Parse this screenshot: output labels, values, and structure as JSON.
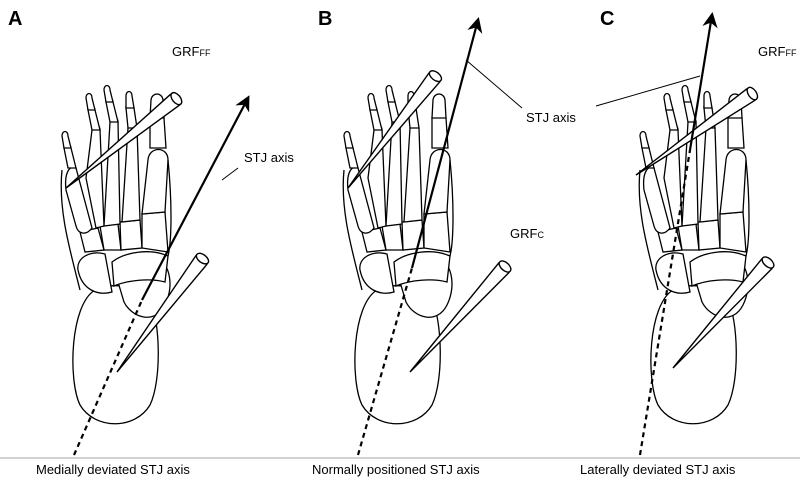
{
  "panels": [
    {
      "letter": "A",
      "caption": "Medially deviated STJ axis"
    },
    {
      "letter": "B",
      "caption": "Normally positioned STJ axis"
    },
    {
      "letter": "C",
      "caption": "Laterally deviated STJ axis"
    }
  ],
  "labels": {
    "grf_ff": {
      "main": "GRF",
      "sub": "FF"
    },
    "grf_c": {
      "main": "GRF",
      "sub": "C"
    },
    "stj_axis": "STJ axis"
  }
}
